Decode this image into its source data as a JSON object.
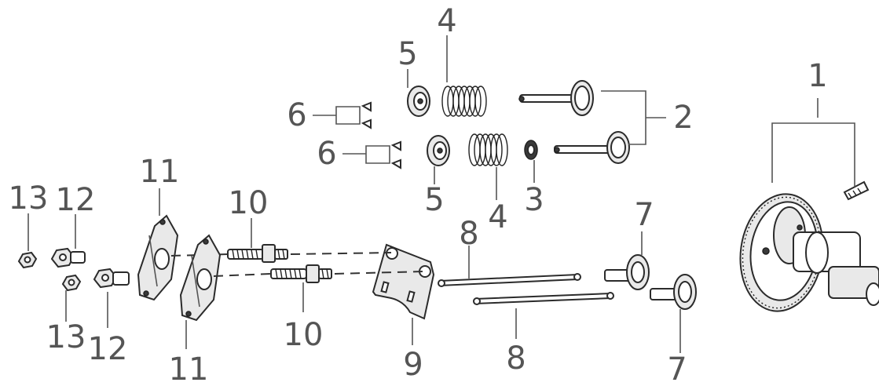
{
  "callouts": {
    "c1": "1",
    "c2": "2",
    "c3": "3",
    "c4_top": "4",
    "c4_bottom": "4",
    "c5_top": "5",
    "c5_bottom": "5",
    "c6_top": "6",
    "c6_bottom": "6",
    "c7_top": "7",
    "c7_bottom": "7",
    "c8_top": "8",
    "c8_bottom": "8",
    "c9": "9",
    "c10_top": "10",
    "c10_bottom": "10",
    "c11_top": "11",
    "c11_bottom": "11",
    "c12_top": "12",
    "c12_bottom": "12",
    "c13_top": "13",
    "c13_bottom": "13"
  }
}
